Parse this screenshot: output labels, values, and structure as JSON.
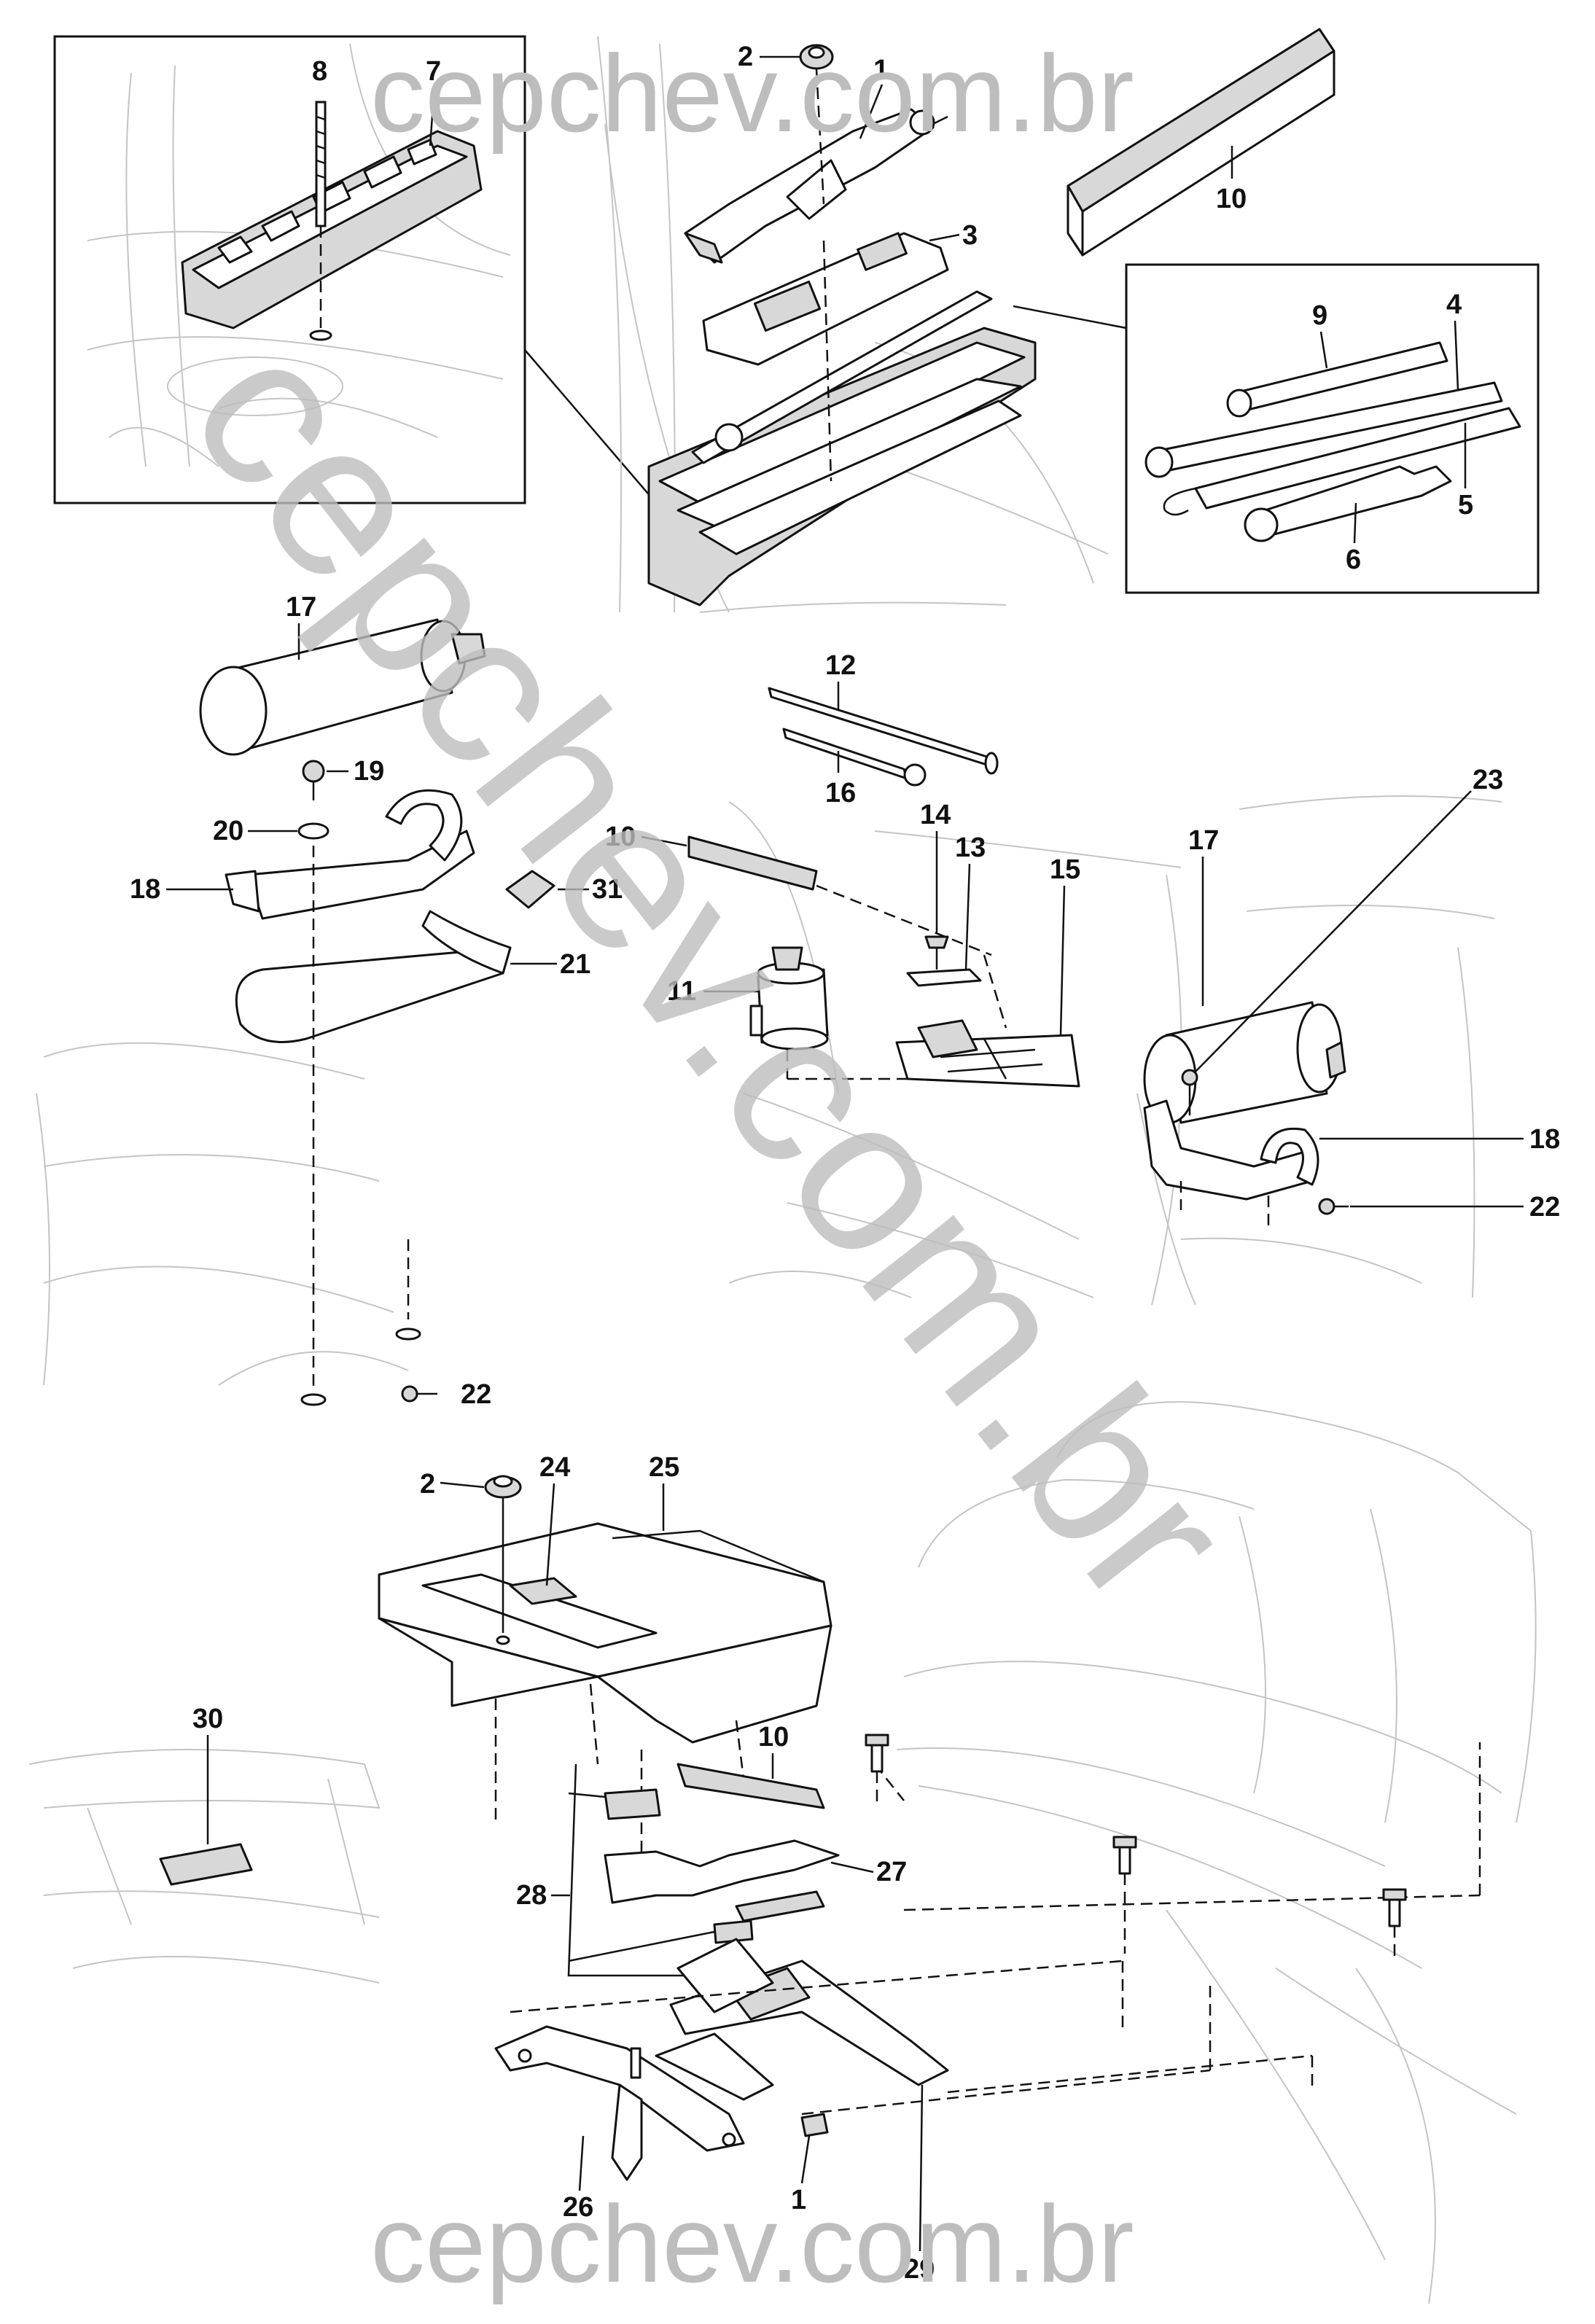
{
  "watermarks": {
    "top": "cepchev.com.br",
    "diagonal": "cepchev.com.br",
    "bottom": "cepchev.com.br"
  },
  "callouts": {
    "c1": "1",
    "c2": "2",
    "c3": "3",
    "c4": "4",
    "c5": "5",
    "c6": "6",
    "c7": "7",
    "c8": "8",
    "c9": "9",
    "c10": "10",
    "c11": "11",
    "c12": "12",
    "c13": "13",
    "c14": "14",
    "c15": "15",
    "c16": "16",
    "c17": "17",
    "c18": "18",
    "c19": "19",
    "c20": "20",
    "c21": "21",
    "c22": "22",
    "c23": "23",
    "c24": "24",
    "c25": "25",
    "c26": "26",
    "c27": "27",
    "c28": "28",
    "c29": "29",
    "c30": "30",
    "c31": "31"
  }
}
